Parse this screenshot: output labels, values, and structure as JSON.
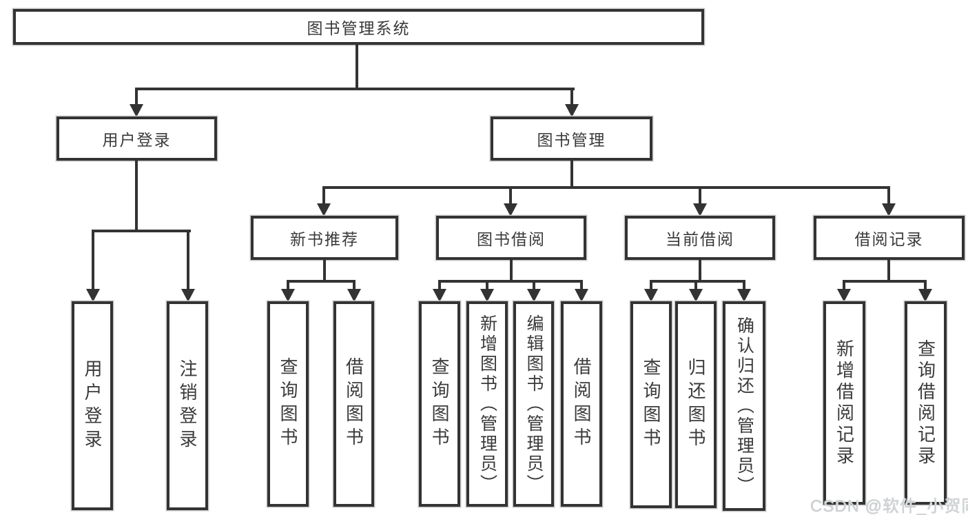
{
  "diagram_title": "图书管理系统",
  "tree": {
    "label": "图书管理系统",
    "children": [
      {
        "label": "用户登录",
        "children": [
          {
            "label": "用户登录"
          },
          {
            "label": "注销登录"
          }
        ]
      },
      {
        "label": "图书管理",
        "children": [
          {
            "label": "新书推荐",
            "children": [
              {
                "label": "查询图书"
              },
              {
                "label": "借阅图书"
              }
            ]
          },
          {
            "label": "图书借阅",
            "children": [
              {
                "label": "查询图书"
              },
              {
                "label": "新增图书（管理员）"
              },
              {
                "label": "编辑图书（管理员）"
              },
              {
                "label": "借阅图书"
              }
            ]
          },
          {
            "label": "当前借阅",
            "children": [
              {
                "label": "查询图书"
              },
              {
                "label": "归还图书"
              },
              {
                "label": "确认归还（管理员）"
              }
            ]
          },
          {
            "label": "借阅记录",
            "children": [
              {
                "label": "新增借阅记录"
              },
              {
                "label": "查询借阅记录"
              }
            ]
          }
        ]
      }
    ]
  },
  "watermark": "CSDN @软件_小贺同学",
  "colors": {
    "line": "#333333",
    "text": "#3a3a3a",
    "background": "#ffffff",
    "watermark": "#ced3d5"
  }
}
